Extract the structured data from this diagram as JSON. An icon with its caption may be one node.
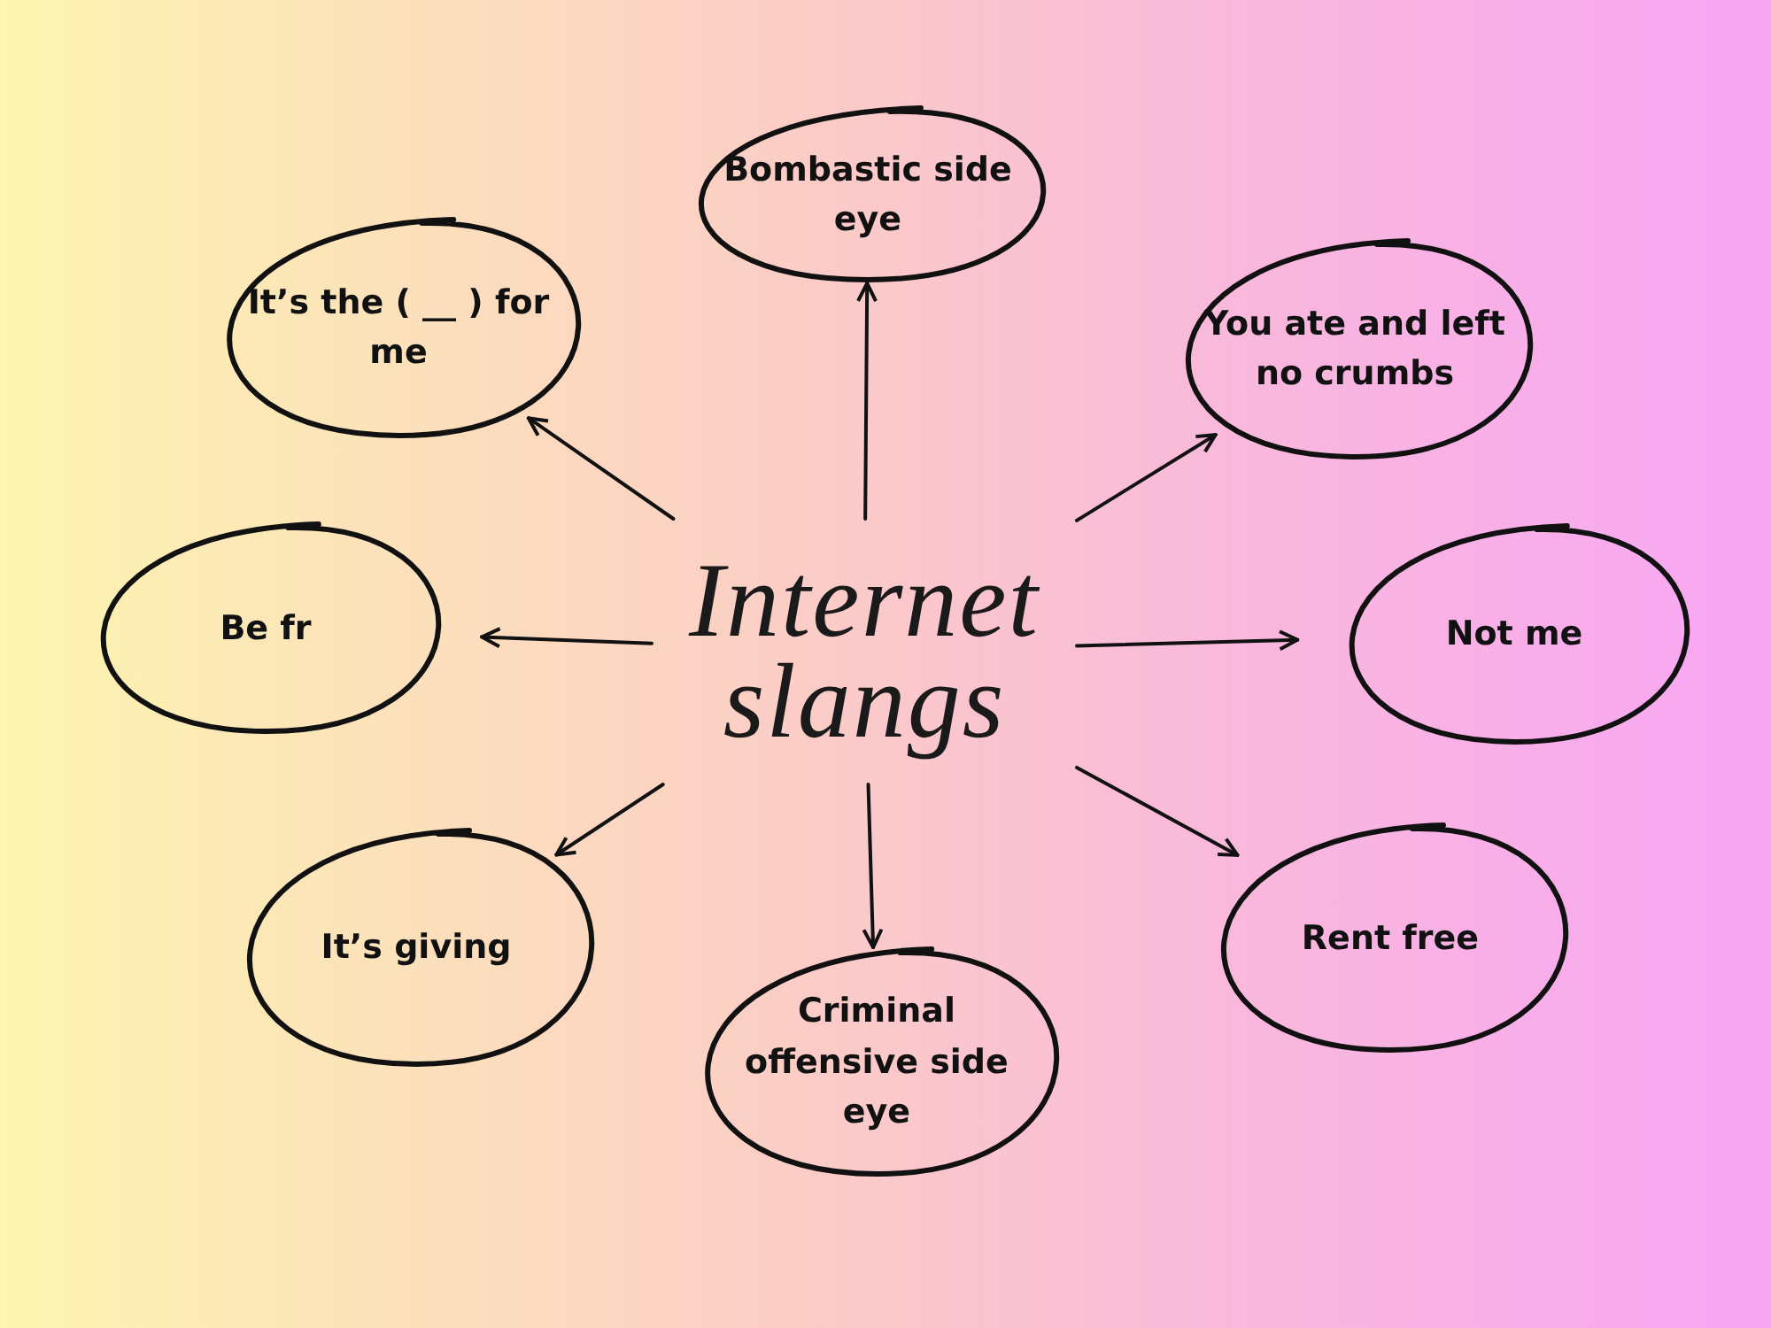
{
  "diagram": {
    "nodes": [
      {
        "text": [
          "Internet slangs"
        ]
      },
      {
        "text": [
          "Bombastic side eye"
        ]
      },
      {
        "text": [
          "It’s the ( __ ) for me"
        ]
      },
      {
        "text": [
          "You ate and left no crumbs"
        ]
      },
      {
        "text": [
          "Be fr"
        ]
      },
      {
        "text": [
          "Not me"
        ]
      },
      {
        "text": [
          "Rent free"
        ]
      },
      {
        "text": [
          "It’s giving"
        ]
      },
      {
        "text": [
          "Criminal offensive side eye"
        ]
      }
    ],
    "edges": [
      {
        "from": 0,
        "to": 1,
        "arrow": "to"
      },
      {
        "from": 0,
        "to": 2,
        "arrow": "to"
      },
      {
        "from": 0,
        "to": 3,
        "arrow": "to"
      },
      {
        "from": 0,
        "to": 4,
        "arrow": "to"
      },
      {
        "from": 0,
        "to": 5,
        "arrow": "to"
      },
      {
        "from": 0,
        "to": 6,
        "arrow": "to"
      },
      {
        "from": 0,
        "to": 7,
        "arrow": "to"
      },
      {
        "from": 0,
        "to": 8,
        "arrow": "to"
      }
    ]
  }
}
